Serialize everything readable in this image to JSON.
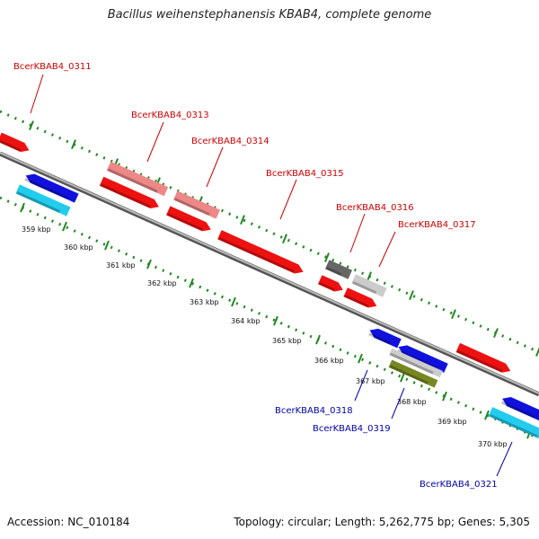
{
  "title": "Bacillus weihenstephanensis KBAB4, complete genome",
  "footer": {
    "accession": "Accession: NC_010184",
    "genome_info": "Topology: circular; Length: 5,262,775 bp; Genes: 5,305"
  },
  "scale": {
    "ticks": [
      "359 kbp",
      "360 kbp",
      "361 kbp",
      "362 kbp",
      "363 kbp",
      "364 kbp",
      "365 kbp",
      "366 kbp",
      "367 kbp",
      "368 kbp",
      "369 kbp",
      "370 kbp"
    ]
  },
  "colors": {
    "strand_red": "#ee1111",
    "strand_pink": "#ee8888",
    "strand_blue": "#1111dd",
    "strand_cyan": "#22ccee",
    "strand_dark_gray": "#666666",
    "strand_light_gray": "#cccccc",
    "strand_olive": "#778822",
    "tick_green": "#228822",
    "label_red": "#cc0000",
    "label_blue": "#0000aa"
  },
  "genes": {
    "forward": [
      "BcerKBAB4_0311",
      "BcerKBAB4_0313",
      "BcerKBAB4_0314",
      "BcerKBAB4_0315",
      "BcerKBAB4_0316",
      "BcerKBAB4_0317"
    ],
    "reverse": [
      "BcerKBAB4_0318",
      "BcerKBAB4_0319",
      "BcerKBAB4_0321"
    ]
  }
}
